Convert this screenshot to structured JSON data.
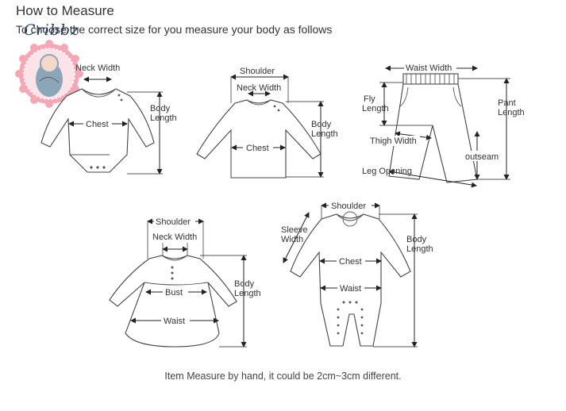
{
  "header": {
    "title": "How to Measure",
    "subtitle": "To choose the correct size for you measure your body as follows"
  },
  "logo": {
    "text": "Cribbz"
  },
  "footer": {
    "note": "Item Measure by hand, it could be 2cm~3cm different."
  },
  "diagrams": {
    "bodysuit": {
      "neck_width": "Neck Width",
      "chest": "Chest",
      "body_length_1": "Body",
      "body_length_2": "Length"
    },
    "shirt": {
      "shoulder": "Shoulder",
      "neck_width": "Neck Width",
      "chest": "Chest",
      "body_length_1": "Body",
      "body_length_2": "Length"
    },
    "pants": {
      "waist_width": "Waist Width",
      "fly_length_1": "Fly",
      "fly_length_2": "Length",
      "pant_length_1": "Pant",
      "pant_length_2": "Length",
      "thigh_width": "Thigh Width",
      "outseam": "outseam",
      "leg_opening": "Leg Opening"
    },
    "dress": {
      "shoulder": "Shoulder",
      "neck_width": "Neck Width",
      "bust": "Bust",
      "waist": "Waist",
      "body_length_1": "Body",
      "body_length_2": "Length"
    },
    "romper": {
      "shoulder": "Shoulder",
      "sleeve_width_1": "Sleeve",
      "sleeve_width_2": "Width",
      "chest": "Chest",
      "waist": "Waist",
      "body_length_1": "Body",
      "body_length_2": "Length"
    }
  },
  "colors": {
    "logo_ring": "#f4a7b4",
    "logo_inner": "#fbe3e8",
    "logo_figure": "#8aa6b8",
    "line": "#444444"
  }
}
